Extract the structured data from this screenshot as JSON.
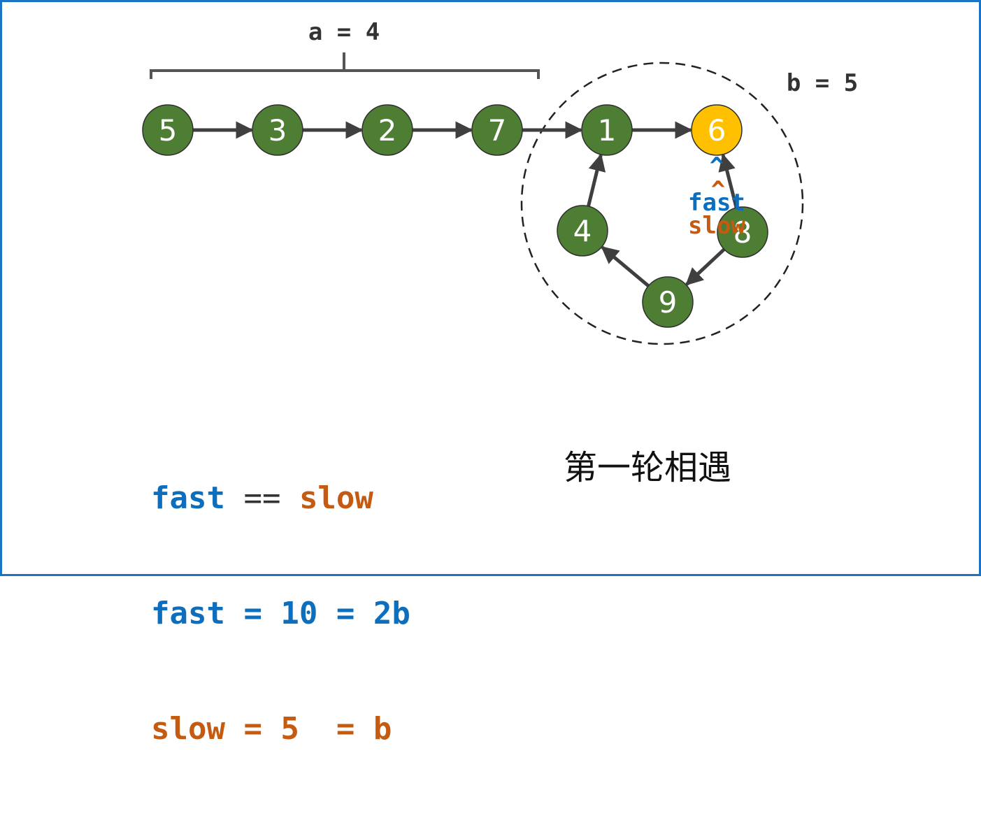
{
  "colors": {
    "node_fill": "#4e7d34",
    "node_highlight": "#ffc000",
    "fast": "#0d6ebd",
    "slow": "#c55a11",
    "edge": "#3f3f3f",
    "frame": "#1a73c4"
  },
  "labels": {
    "a_label": "a = 4",
    "b_label": "b = 5"
  },
  "nodes": [
    {
      "id": "n5",
      "value": "5"
    },
    {
      "id": "n3",
      "value": "3"
    },
    {
      "id": "n2",
      "value": "2"
    },
    {
      "id": "n7",
      "value": "7"
    },
    {
      "id": "n1",
      "value": "1"
    },
    {
      "id": "n6",
      "value": "6",
      "highlight": true
    },
    {
      "id": "n8",
      "value": "8"
    },
    {
      "id": "n9",
      "value": "9"
    },
    {
      "id": "n4",
      "value": "4"
    }
  ],
  "edges": [
    [
      "n5",
      "n3"
    ],
    [
      "n3",
      "n2"
    ],
    [
      "n2",
      "n7"
    ],
    [
      "n7",
      "n1"
    ],
    [
      "n1",
      "n6"
    ],
    [
      "n8",
      "n6"
    ],
    [
      "n8",
      "n9"
    ],
    [
      "n9",
      "n4"
    ],
    [
      "n4",
      "n1"
    ]
  ],
  "pointers": {
    "caret": "^",
    "fast": "fast",
    "slow": "slow"
  },
  "equations": {
    "line1": {
      "fast": "fast",
      "op": " == ",
      "slow": "slow"
    },
    "line2": "fast = 10 = 2b",
    "line3": "slow = 5  = b"
  },
  "caption": "第一轮相遇"
}
